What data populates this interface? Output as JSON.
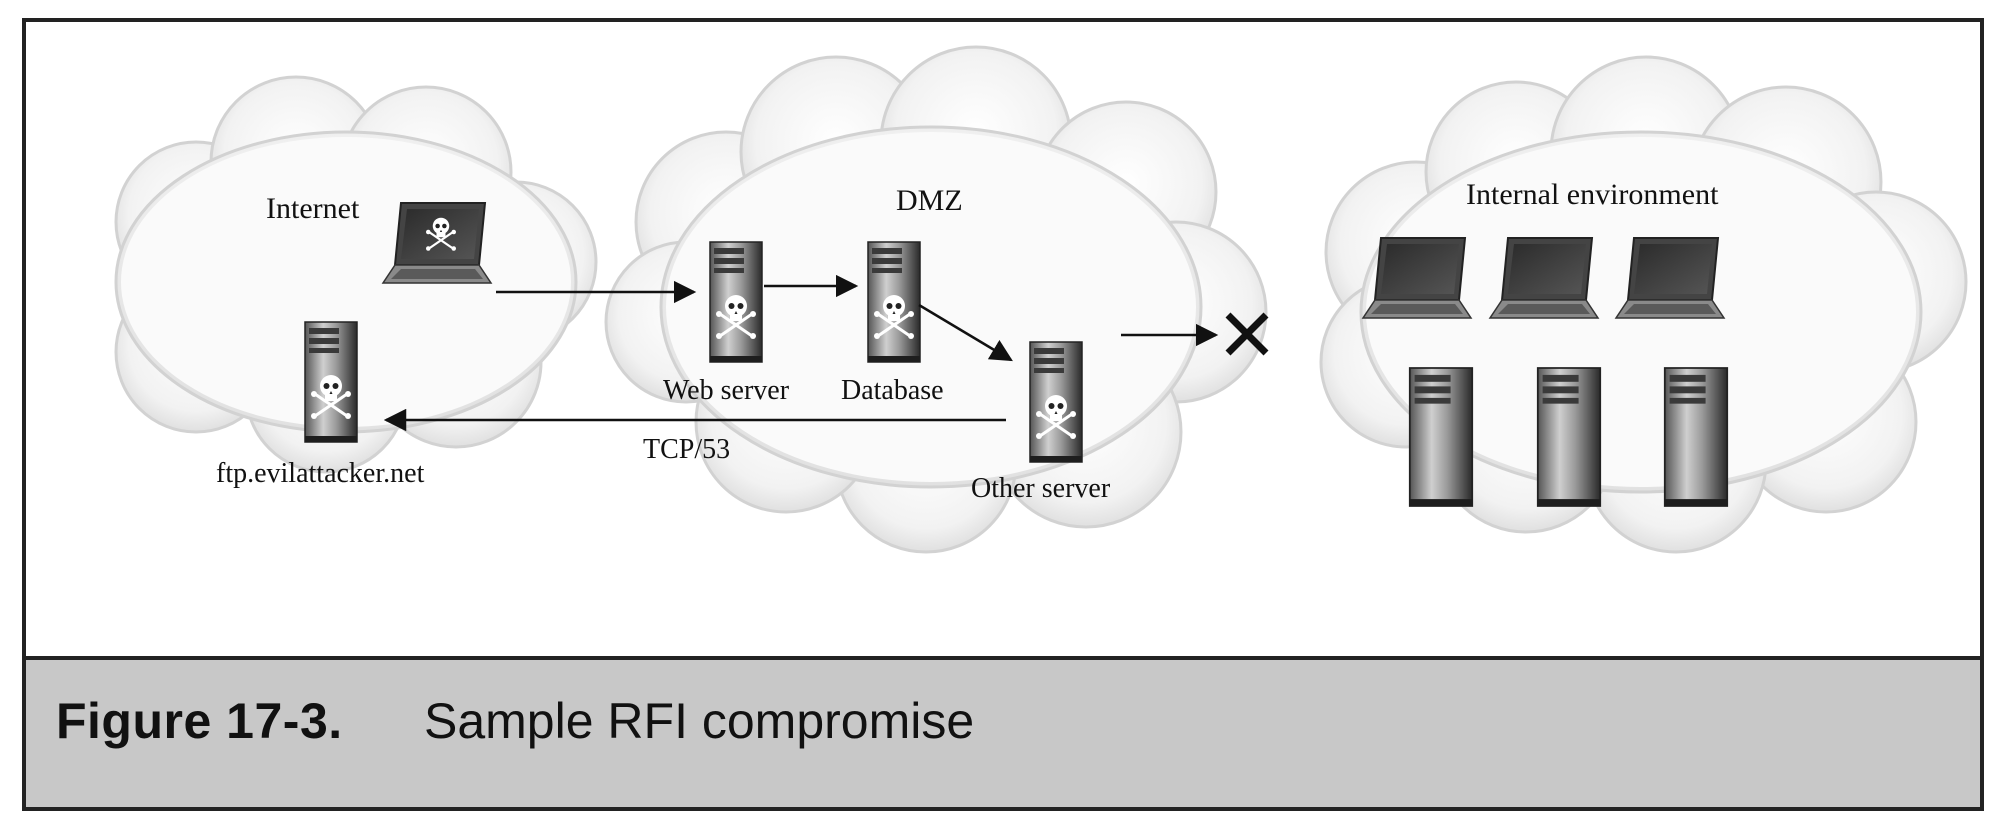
{
  "figure": {
    "number": "Figure 17-3.",
    "title": "Sample RFI compromise"
  },
  "zones": {
    "internet": "Internet",
    "dmz": "DMZ",
    "internal": "Internal environment"
  },
  "nodes": {
    "ftp_server": "ftp.evilattacker.net",
    "web_server": "Web server",
    "database": "Database",
    "other_server": "Other server"
  },
  "connections": {
    "exfil_label": "TCP/53"
  },
  "icons": {
    "compromised": "skull-crossbones-icon",
    "blocked": "x-mark-icon"
  }
}
